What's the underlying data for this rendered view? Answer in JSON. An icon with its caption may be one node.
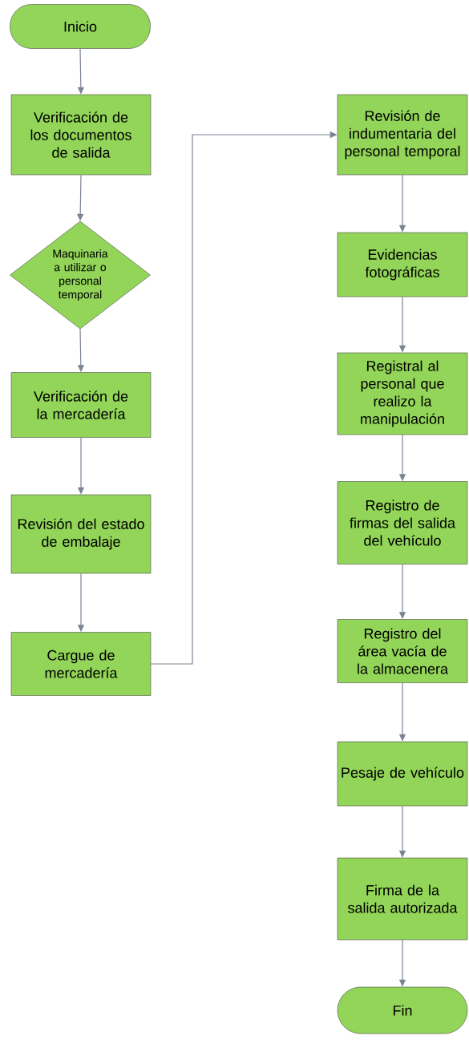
{
  "diagram": {
    "nodes": [
      {
        "text": [
          "Inicio"
        ]
      },
      {
        "text": [
          "Verificación de los documentos de salida"
        ]
      },
      {
        "text": [
          "Maquinaria a utilizar o personal temporal"
        ]
      },
      {
        "text": [
          "Verificación de la mercadería"
        ]
      },
      {
        "text": [
          "Revisión del estado de embalaje"
        ]
      },
      {
        "text": [
          "Cargue de mercadería"
        ]
      },
      {
        "text": [
          "Revisión de indumentaria del personal temporal"
        ]
      },
      {
        "text": [
          "Evidencias fotográficas"
        ]
      },
      {
        "text": [
          "Registral al personal que realizo la manipulación"
        ]
      },
      {
        "text": [
          "Registro de firmas del salida del vehículo"
        ]
      },
      {
        "text": [
          "Registro del área vacía de la almacenera"
        ]
      },
      {
        "text": [
          "Pesaje de vehículo"
        ]
      },
      {
        "text": [
          "Firma de la salida autorizada"
        ]
      },
      {
        "text": [
          "Fin"
        ]
      }
    ],
    "edges": [
      {
        "from": 0,
        "to": 1,
        "arrow": "to"
      },
      {
        "from": 1,
        "to": 2,
        "arrow": "to"
      },
      {
        "from": 2,
        "to": 3,
        "arrow": "to"
      },
      {
        "from": 3,
        "to": 4,
        "arrow": "to"
      },
      {
        "from": 4,
        "to": 5,
        "arrow": "to"
      },
      {
        "from": 5,
        "to": 6,
        "arrow": "to"
      },
      {
        "from": 6,
        "to": 7,
        "arrow": "to"
      },
      {
        "from": 7,
        "to": 8,
        "arrow": "to"
      },
      {
        "from": 8,
        "to": 9,
        "arrow": "to"
      },
      {
        "from": 9,
        "to": 10,
        "arrow": "to"
      },
      {
        "from": 10,
        "to": 11,
        "arrow": "to"
      },
      {
        "from": 11,
        "to": 12,
        "arrow": "to"
      },
      {
        "from": 12,
        "to": 13,
        "arrow": "to"
      }
    ]
  }
}
